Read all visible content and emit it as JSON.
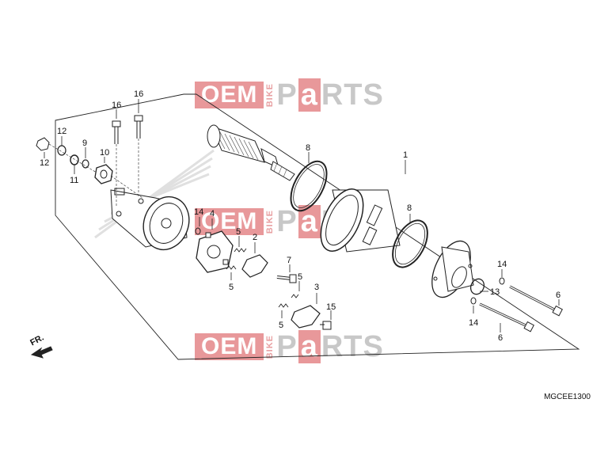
{
  "watermark": {
    "oem": "OEM",
    "bike": "BIKE",
    "parts_p": "P",
    "parts_a": "a",
    "parts_rest": "RTS"
  },
  "diagram_code": "MGCEE1300",
  "direction_label": "FR.",
  "callouts": [
    {
      "id": "c-1",
      "text": "1"
    },
    {
      "id": "c-2",
      "text": "2"
    },
    {
      "id": "c-3",
      "text": "3"
    },
    {
      "id": "c-4",
      "text": "4"
    },
    {
      "id": "c-5a",
      "text": "5"
    },
    {
      "id": "c-5b",
      "text": "5"
    },
    {
      "id": "c-5c",
      "text": "5"
    },
    {
      "id": "c-5d",
      "text": "5"
    },
    {
      "id": "c-6a",
      "text": "6"
    },
    {
      "id": "c-6b",
      "text": "6"
    },
    {
      "id": "c-7",
      "text": "7"
    },
    {
      "id": "c-8a",
      "text": "8"
    },
    {
      "id": "c-8b",
      "text": "8"
    },
    {
      "id": "c-9",
      "text": "9"
    },
    {
      "id": "c-10",
      "text": "10"
    },
    {
      "id": "c-11",
      "text": "11"
    },
    {
      "id": "c-12a",
      "text": "12"
    },
    {
      "id": "c-12b",
      "text": "12"
    },
    {
      "id": "c-13",
      "text": "13"
    },
    {
      "id": "c-14a",
      "text": "14"
    },
    {
      "id": "c-14b",
      "text": "14"
    },
    {
      "id": "c-14c",
      "text": "14"
    },
    {
      "id": "c-15",
      "text": "15"
    },
    {
      "id": "c-16a",
      "text": "16"
    },
    {
      "id": "c-16b",
      "text": "16"
    }
  ]
}
